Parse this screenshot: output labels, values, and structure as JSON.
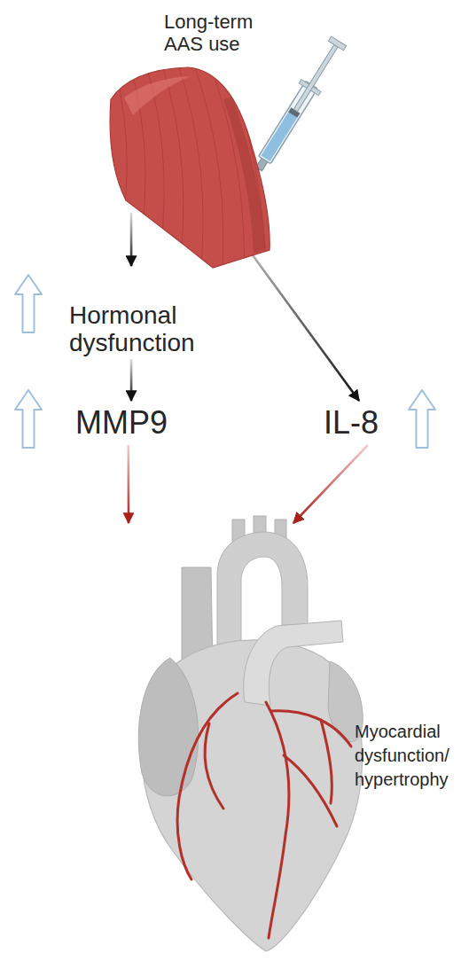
{
  "diagram": {
    "nodes": [
      {
        "text": [
          "Long-term AAS use"
        ]
      },
      {
        "text": [
          "Hormonal dysfunction"
        ]
      },
      {
        "text": [
          "MMP9"
        ]
      },
      {
        "text": [
          "IL-8"
        ]
      },
      {
        "text": [
          "Myocardial dysfunction/ hypertrophy"
        ]
      }
    ],
    "edges": [
      {
        "from": 0,
        "to": 1,
        "arrow": "to"
      },
      {
        "from": 1,
        "to": 2,
        "arrow": "to"
      },
      {
        "from": 0,
        "to": 3,
        "arrow": "to"
      },
      {
        "from": 2,
        "to": 4,
        "arrow": "to"
      },
      {
        "from": 3,
        "to": 4,
        "arrow": "to"
      }
    ]
  }
}
